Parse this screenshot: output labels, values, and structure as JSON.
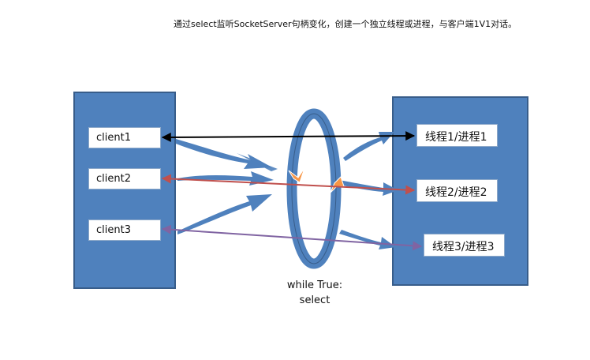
{
  "title": "通过select监听SocketServer句柄变化，创建一个独立线程或进程，与客户端1V1对话。",
  "clients": [
    "client1",
    "client2",
    "client3"
  ],
  "workers": [
    "线程1/进程1",
    "线程2/进程2",
    "线程3/进程3"
  ],
  "loop_caption": {
    "line1": "while True:",
    "line2": "select"
  },
  "colors": {
    "panel": "#4f81bd",
    "loop": "#4f81bd",
    "link1": "#000000",
    "link2": "#c0504d",
    "link3": "#8064a2",
    "spark": "#f79646"
  }
}
